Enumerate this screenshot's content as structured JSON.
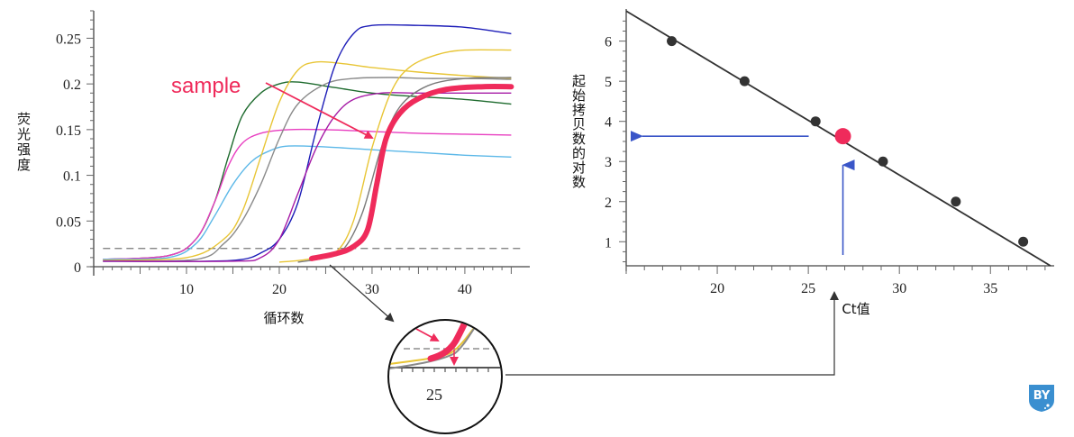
{
  "amplification_chart": {
    "chart_data": {
      "type": "line",
      "xlabel": "循环数",
      "ylabel": "荧光强度",
      "x_ticks": [
        10,
        20,
        30,
        40
      ],
      "y_ticks": [
        "0",
        "0.05",
        "0.1",
        "0.15",
        "0.2",
        "0.25"
      ],
      "xlim": [
        0,
        47
      ],
      "ylim": [
        0,
        0.28
      ],
      "threshold": 0.02,
      "series": [
        {
          "color": "#1e6b2e",
          "points": [
            [
              1,
              0.008
            ],
            [
              8,
              0.012
            ],
            [
              11,
              0.03
            ],
            [
              13,
              0.07
            ],
            [
              14.5,
              0.12
            ],
            [
              16,
              0.165
            ],
            [
              18,
              0.19
            ],
            [
              20,
              0.2
            ],
            [
              22,
              0.202
            ],
            [
              26,
              0.196
            ],
            [
              30,
              0.19
            ],
            [
              35,
              0.186
            ],
            [
              40,
              0.183
            ],
            [
              45,
              0.178
            ]
          ]
        },
        {
          "color": "#e83ec0",
          "points": [
            [
              1,
              0.008
            ],
            [
              8,
              0.012
            ],
            [
              11,
              0.03
            ],
            [
              13,
              0.07
            ],
            [
              14.5,
              0.11
            ],
            [
              16,
              0.135
            ],
            [
              18,
              0.146
            ],
            [
              21,
              0.15
            ],
            [
              25,
              0.15
            ],
            [
              30,
              0.148
            ],
            [
              35,
              0.146
            ],
            [
              40,
              0.145
            ],
            [
              45,
              0.144
            ]
          ]
        },
        {
          "color": "#5cb8e8",
          "points": [
            [
              1,
              0.008
            ],
            [
              8,
              0.01
            ],
            [
              11,
              0.025
            ],
            [
              13,
              0.055
            ],
            [
              15,
              0.09
            ],
            [
              17,
              0.115
            ],
            [
              19,
              0.127
            ],
            [
              21,
              0.132
            ],
            [
              25,
              0.131
            ],
            [
              30,
              0.128
            ],
            [
              35,
              0.125
            ],
            [
              40,
              0.122
            ],
            [
              45,
              0.12
            ]
          ]
        },
        {
          "color": "#e8c535",
          "points": [
            [
              1,
              0.007
            ],
            [
              10,
              0.01
            ],
            [
              14,
              0.03
            ],
            [
              16,
              0.06
            ],
            [
              18,
              0.12
            ],
            [
              20,
              0.18
            ],
            [
              22,
              0.215
            ],
            [
              24,
              0.224
            ],
            [
              27,
              0.222
            ],
            [
              30,
              0.218
            ],
            [
              35,
              0.213
            ],
            [
              40,
              0.209
            ],
            [
              45,
              0.206
            ]
          ]
        },
        {
          "color": "#8a8a8a",
          "points": [
            [
              1,
              0.006
            ],
            [
              11,
              0.008
            ],
            [
              14,
              0.025
            ],
            [
              16,
              0.05
            ],
            [
              18,
              0.09
            ],
            [
              20,
              0.14
            ],
            [
              22,
              0.178
            ],
            [
              25,
              0.2
            ],
            [
              28,
              0.206
            ],
            [
              32,
              0.207
            ],
            [
              36,
              0.206
            ],
            [
              40,
              0.206
            ],
            [
              45,
              0.205
            ]
          ]
        },
        {
          "color": "#1d1db8",
          "points": [
            [
              1,
              0.006
            ],
            [
              12,
              0.006
            ],
            [
              16,
              0.008
            ],
            [
              18,
              0.015
            ],
            [
              20,
              0.03
            ],
            [
              22,
              0.07
            ],
            [
              24,
              0.15
            ],
            [
              26,
              0.22
            ],
            [
              28,
              0.255
            ],
            [
              30,
              0.264
            ],
            [
              35,
              0.264
            ],
            [
              40,
              0.262
            ],
            [
              45,
              0.255
            ]
          ]
        },
        {
          "color": "#a61ba6",
          "points": [
            [
              1,
              0.006
            ],
            [
              15,
              0.006
            ],
            [
              18,
              0.01
            ],
            [
              20,
              0.03
            ],
            [
              22,
              0.08
            ],
            [
              24,
              0.13
            ],
            [
              26,
              0.165
            ],
            [
              28,
              0.183
            ],
            [
              31,
              0.19
            ],
            [
              35,
              0.19
            ],
            [
              40,
              0.19
            ],
            [
              45,
              0.19
            ]
          ]
        },
        {
          "color": "#e8c535",
          "points": [
            [
              20,
              0.005
            ],
            [
              23,
              0.008
            ],
            [
              26,
              0.015
            ],
            [
              28,
              0.05
            ],
            [
              30,
              0.13
            ],
            [
              32,
              0.19
            ],
            [
              34,
              0.218
            ],
            [
              37,
              0.232
            ],
            [
              40,
              0.237
            ],
            [
              45,
              0.237
            ]
          ]
        },
        {
          "color": "#7a7a7a",
          "points": [
            [
              22,
              0.005
            ],
            [
              25,
              0.01
            ],
            [
              27,
              0.02
            ],
            [
              29,
              0.06
            ],
            [
              31,
              0.13
            ],
            [
              33,
              0.175
            ],
            [
              36,
              0.198
            ],
            [
              40,
              0.206
            ],
            [
              45,
              0.207
            ]
          ]
        }
      ],
      "highlight": {
        "color": "#ef2b5b",
        "label": "sample",
        "points": [
          [
            23.5,
            0.009
          ],
          [
            26,
            0.014
          ],
          [
            28,
            0.022
          ],
          [
            29.5,
            0.04
          ],
          [
            30.5,
            0.09
          ],
          [
            31.5,
            0.14
          ],
          [
            33,
            0.168
          ],
          [
            35,
            0.184
          ],
          [
            38,
            0.194
          ],
          [
            42,
            0.197
          ],
          [
            45,
            0.197
          ]
        ]
      }
    }
  },
  "inset": {
    "tick_label": "25"
  },
  "standard_curve": {
    "chart_data": {
      "type": "scatter",
      "xlabel": "Ct值",
      "ylabel": "起始拷贝数的对数",
      "x_ticks": [
        20,
        25,
        30,
        35
      ],
      "y_ticks": [
        1,
        2,
        3,
        4,
        5,
        6
      ],
      "xlim": [
        15,
        38.5
      ],
      "ylim": [
        0.4,
        6.8
      ],
      "points": [
        [
          17.5,
          6.0
        ],
        [
          21.5,
          5.0
        ],
        [
          25.4,
          4.0
        ],
        [
          29.1,
          3.0
        ],
        [
          33.1,
          2.0
        ],
        [
          36.8,
          1.0
        ]
      ],
      "fit_line": [
        [
          15,
          6.75
        ],
        [
          38.3,
          0.4
        ]
      ],
      "sample_point": [
        26.9,
        3.63
      ]
    }
  },
  "colors": {
    "highlight": "#ef2b5b",
    "arrow_blue": "#3a56c8",
    "axis": "#444444"
  },
  "logo": {
    "text": "BY",
    "color": "#3a8fd0"
  }
}
